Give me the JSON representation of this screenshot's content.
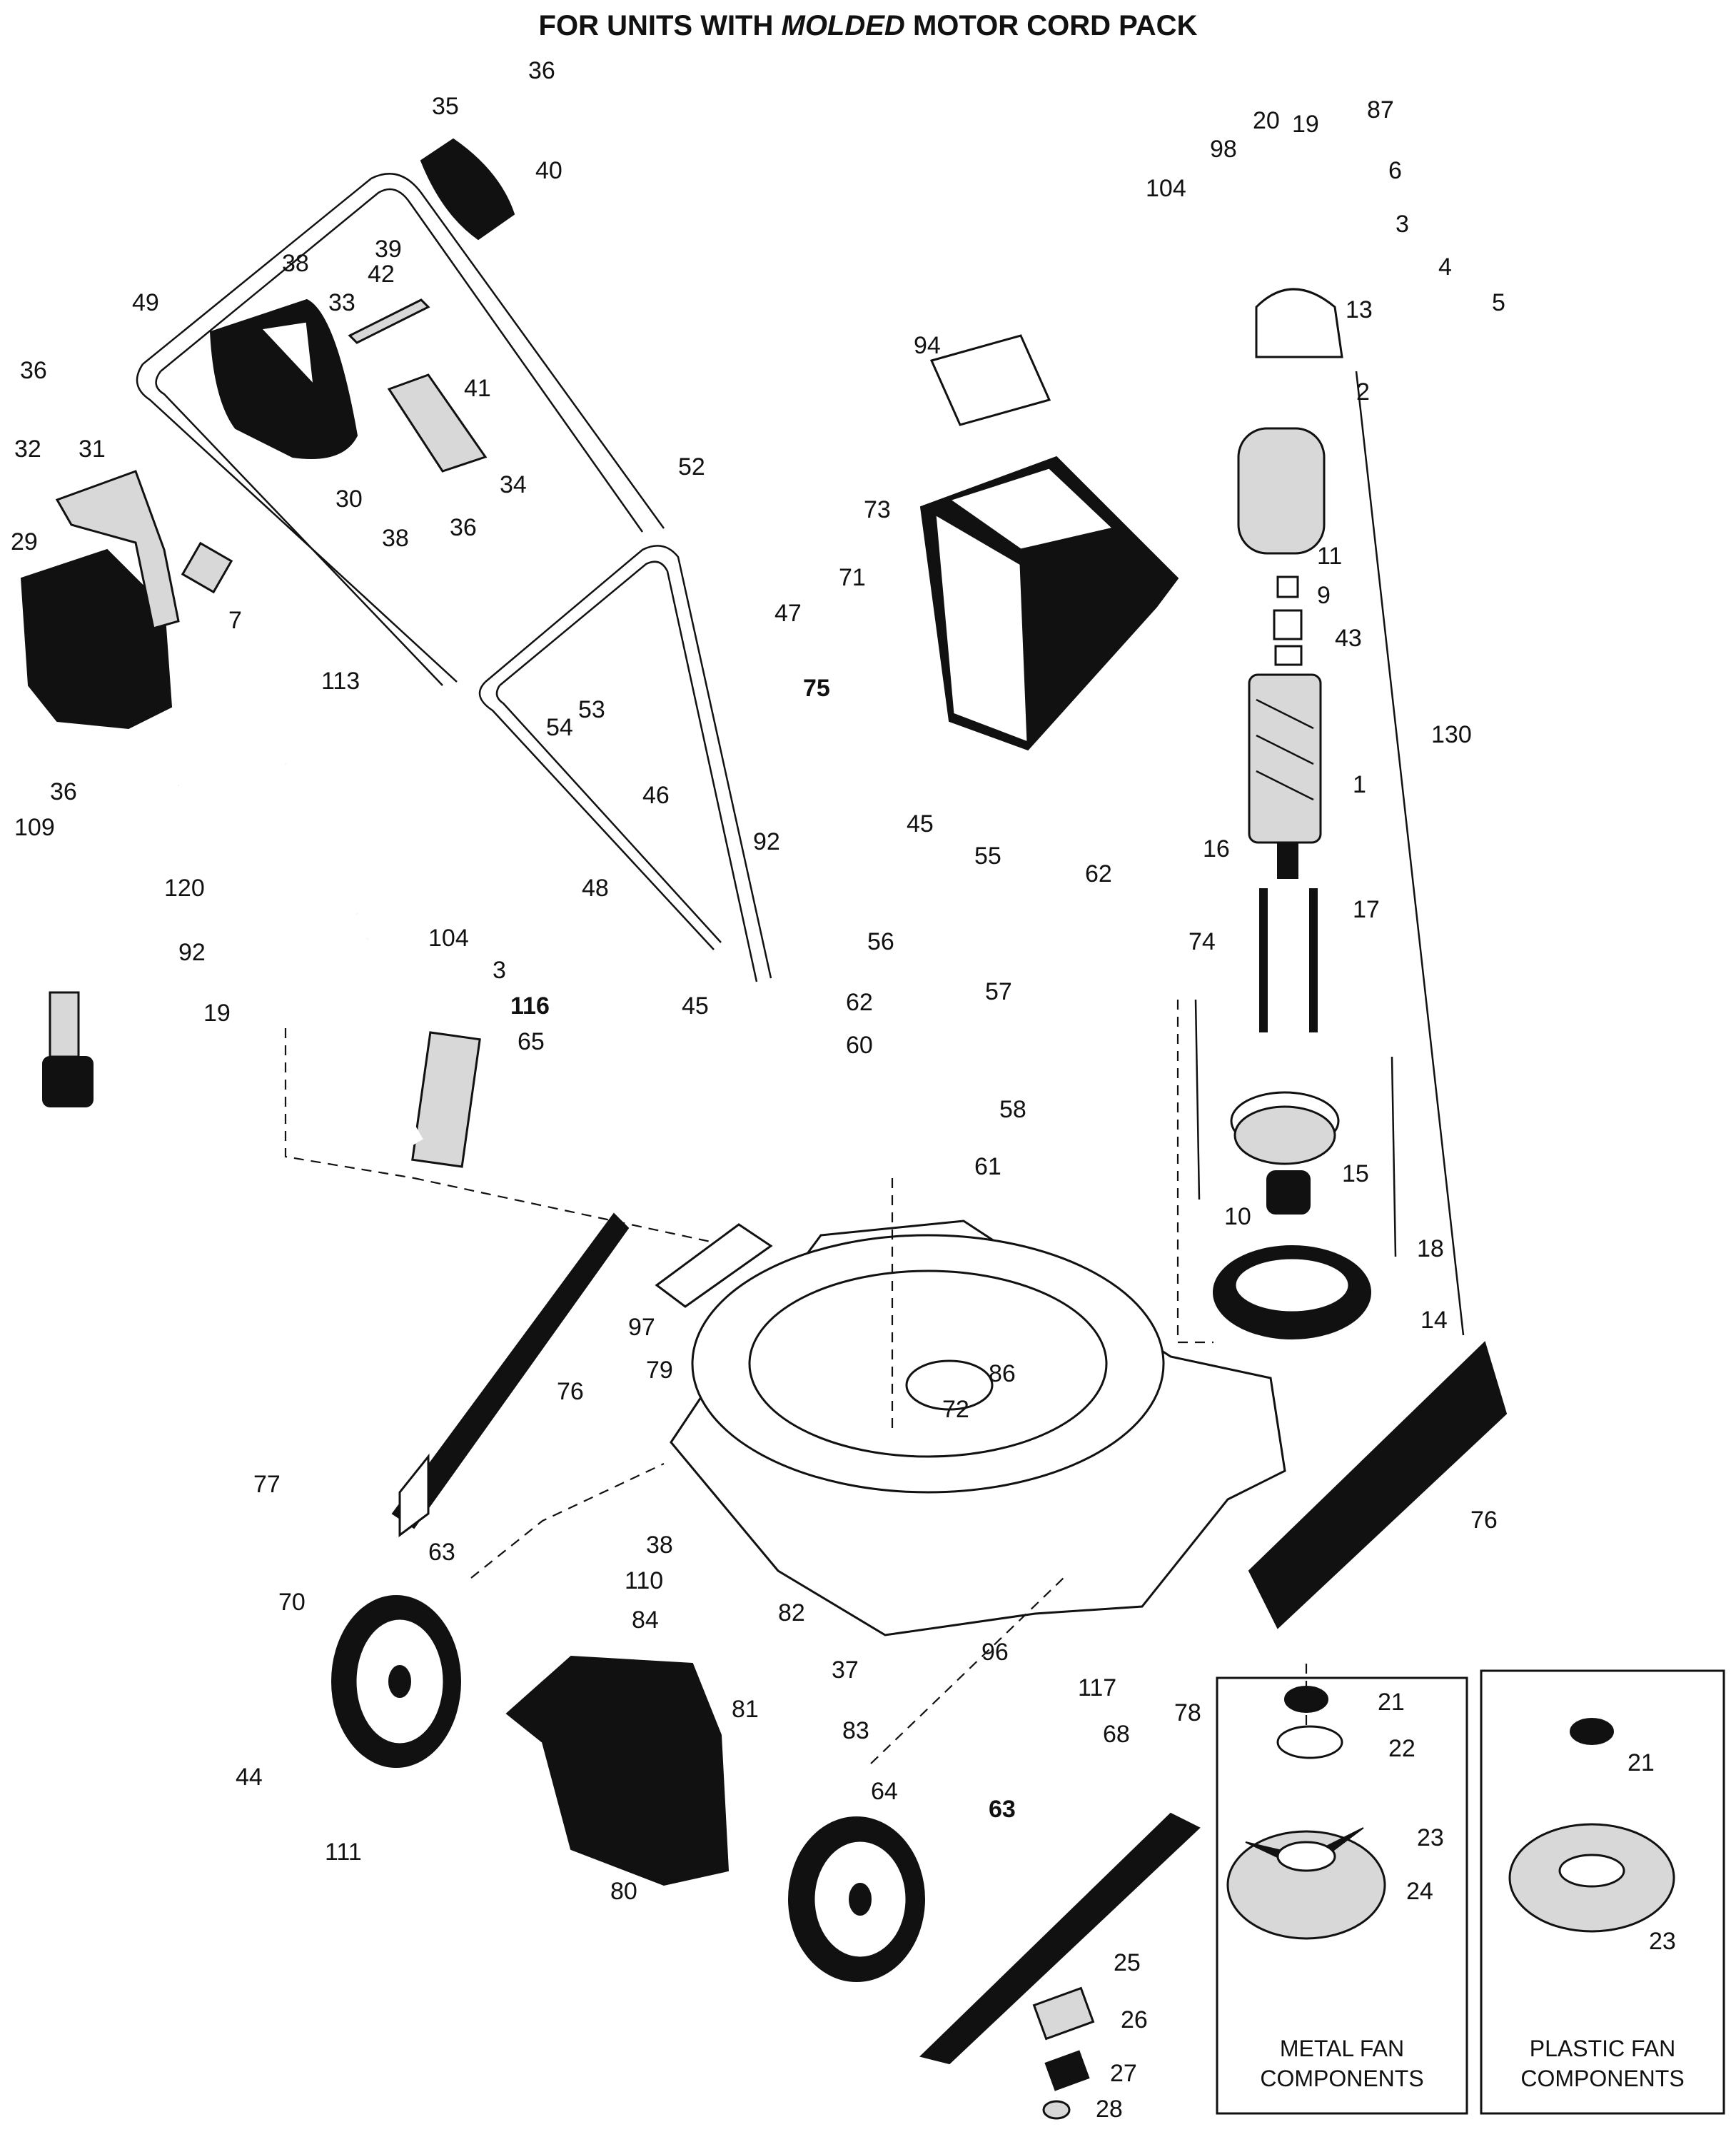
{
  "title": {
    "prefix": "FOR UNITS WITH ",
    "emphasis": "MOLDED",
    "suffix": " MOTOR CORD PACK"
  },
  "boxes": {
    "metal_fan_line1": "METAL FAN",
    "metal_fan_line2": "COMPONENTS",
    "plastic_fan_line1": "PLASTIC FAN",
    "plastic_fan_line2": "COMPONENTS"
  },
  "part_numbers": {
    "p1": "1",
    "p2": "2",
    "p3a": "3",
    "p3b": "3",
    "p4": "4",
    "p5": "5",
    "p6": "6",
    "p7": "7",
    "p9": "9",
    "p10": "10",
    "p11": "11",
    "p13": "13",
    "p14": "14",
    "p15": "15",
    "p16": "16",
    "p17": "17",
    "p18": "18",
    "p19a": "19",
    "p19b": "19",
    "p20": "20",
    "p21a": "21",
    "p21b": "21",
    "p22": "22",
    "p23a": "23",
    "p23b": "23",
    "p24": "24",
    "p25": "25",
    "p26": "26",
    "p27": "27",
    "p28": "28",
    "p29": "29",
    "p30": "30",
    "p31": "31",
    "p32": "32",
    "p33": "33",
    "p34": "34",
    "p35": "35",
    "p36a": "36",
    "p36b": "36",
    "p36c": "36",
    "p36d": "36",
    "p37": "37",
    "p38a": "38",
    "p38b": "38",
    "p38c": "38",
    "p39": "39",
    "p40": "40",
    "p41": "41",
    "p42": "42",
    "p43": "43",
    "p44": "44",
    "p45a": "45",
    "p45b": "45",
    "p46": "46",
    "p47": "47",
    "p48": "48",
    "p49": "49",
    "p52": "52",
    "p53": "53",
    "p54": "54",
    "p55": "55",
    "p56": "56",
    "p57": "57",
    "p58": "58",
    "p60": "60",
    "p61": "61",
    "p62a": "62",
    "p62b": "62",
    "p63a": "63",
    "p63b": "63",
    "p64": "64",
    "p65": "65",
    "p68": "68",
    "p70": "70",
    "p71": "71",
    "p72": "72",
    "p73": "73",
    "p74": "74",
    "p75": "75",
    "p76a": "76",
    "p76b": "76",
    "p77": "77",
    "p78": "78",
    "p79": "79",
    "p80": "80",
    "p81": "81",
    "p82": "82",
    "p83": "83",
    "p84": "84",
    "p86": "86",
    "p87": "87",
    "p92a": "92",
    "p92b": "92",
    "p94": "94",
    "p96": "96",
    "p97": "97",
    "p98": "98",
    "p104a": "104",
    "p104b": "104",
    "p109": "109",
    "p110": "110",
    "p111": "111",
    "p113": "113",
    "p116": "116",
    "p117": "117",
    "p120": "120",
    "p130": "130"
  },
  "icons": [
    "lawn-mower-deck",
    "electric-motor",
    "handle",
    "wheel",
    "blade",
    "fan"
  ]
}
